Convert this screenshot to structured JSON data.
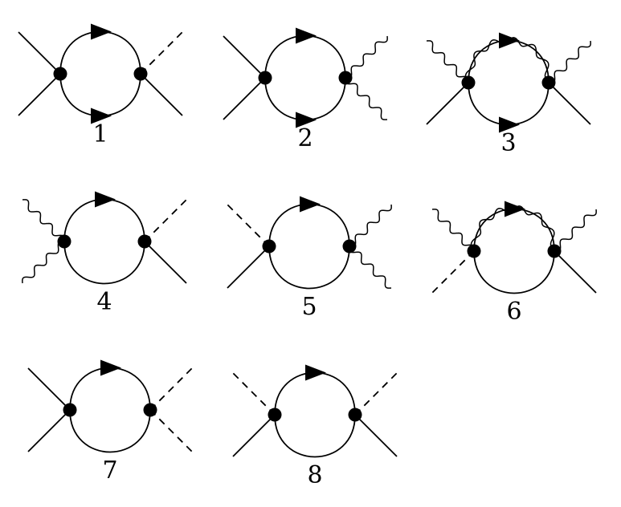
{
  "diagrams": [
    {
      "label": "1",
      "top_arrow": true,
      "bottom_arrow": true,
      "wavy_top": false,
      "legs": {
        "ul": "solid",
        "ll": "solid",
        "ur": "dashed",
        "lr": "solid"
      }
    },
    {
      "label": "2",
      "top_arrow": true,
      "bottom_arrow": true,
      "wavy_top": false,
      "legs": {
        "ul": "solid",
        "ll": "solid",
        "ur": "wavy",
        "lr": "wavy"
      }
    },
    {
      "label": "3",
      "top_arrow": true,
      "bottom_arrow": true,
      "wavy_top": true,
      "legs": {
        "ul": "wavy",
        "ll": "solid",
        "ur": "wavy",
        "lr": "solid"
      }
    },
    {
      "label": "4",
      "top_arrow": true,
      "bottom_arrow": false,
      "wavy_top": false,
      "legs": {
        "ul": "wavy",
        "ll": "wavy",
        "ur": "dashed",
        "lr": "solid"
      }
    },
    {
      "label": "5",
      "top_arrow": true,
      "bottom_arrow": false,
      "wavy_top": false,
      "legs": {
        "ul": "dashed",
        "ll": "solid",
        "ur": "wavy",
        "lr": "wavy"
      }
    },
    {
      "label": "6",
      "top_arrow": true,
      "bottom_arrow": false,
      "wavy_top": true,
      "legs": {
        "ul": "wavy",
        "ll": "dashed",
        "ur": "wavy",
        "lr": "solid"
      }
    },
    {
      "label": "7",
      "top_arrow": true,
      "bottom_arrow": false,
      "wavy_top": false,
      "legs": {
        "ul": "solid",
        "ll": "solid",
        "ur": "dashed",
        "lr": "dashed"
      }
    },
    {
      "label": "8",
      "top_arrow": true,
      "bottom_arrow": false,
      "wavy_top": false,
      "legs": {
        "ul": "dashed",
        "ll": "solid",
        "ur": "dashed",
        "lr": "solid"
      }
    }
  ]
}
